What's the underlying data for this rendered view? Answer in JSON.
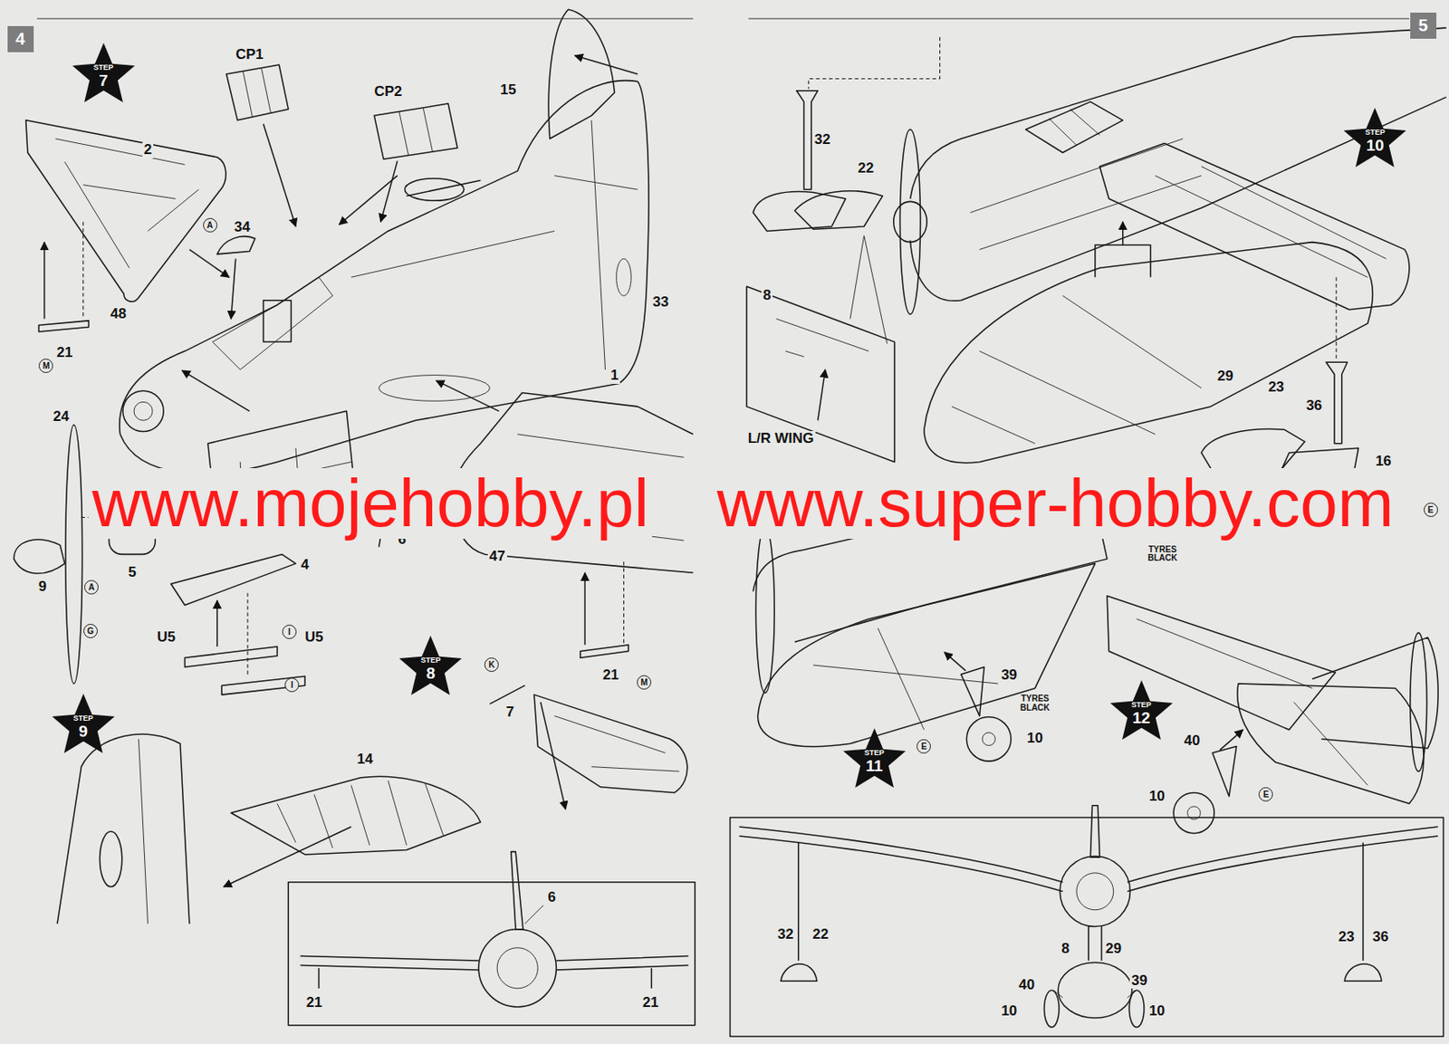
{
  "diagram": {
    "nodes": [
      {
        "text": [
          "4"
        ]
      },
      {
        "text": [
          "5"
        ]
      },
      {
        "text": [
          "STEP",
          "7"
        ]
      },
      {
        "text": [
          "STEP",
          "8"
        ]
      },
      {
        "text": [
          "STEP",
          "9"
        ]
      },
      {
        "text": [
          "STEP",
          "10"
        ]
      },
      {
        "text": [
          "STEP",
          "11"
        ]
      },
      {
        "text": [
          "STEP",
          "12"
        ]
      },
      {
        "text": [
          "A"
        ]
      },
      {
        "text": [
          "M"
        ]
      },
      {
        "text": [
          "A"
        ]
      },
      {
        "text": [
          "G"
        ]
      },
      {
        "text": [
          "I"
        ]
      },
      {
        "text": [
          "I"
        ]
      },
      {
        "text": [
          "K"
        ]
      },
      {
        "text": [
          "M"
        ]
      },
      {
        "text": [
          "E"
        ]
      },
      {
        "text": [
          "E"
        ]
      },
      {
        "text": [
          "E"
        ]
      }
    ],
    "labels": [
      "CP1",
      "CP2",
      "15",
      "2",
      "34",
      "48",
      "21",
      "33",
      "1",
      "24",
      "9",
      "5",
      "6",
      "4",
      "47",
      "U5",
      "U5",
      "7",
      "21",
      "14",
      "6",
      "21",
      "21",
      "32",
      "22",
      "8",
      "29",
      "23",
      "36",
      "L/R WING",
      "16",
      "TYRES BLACK",
      "39",
      "TYRES BLACK",
      "10",
      "40",
      "10",
      "32",
      "22",
      "23",
      "36",
      "8",
      "29",
      "40",
      "39",
      "10",
      "10",
      "www.mojehobby.pl",
      "www.super-hobby.com"
    ]
  }
}
